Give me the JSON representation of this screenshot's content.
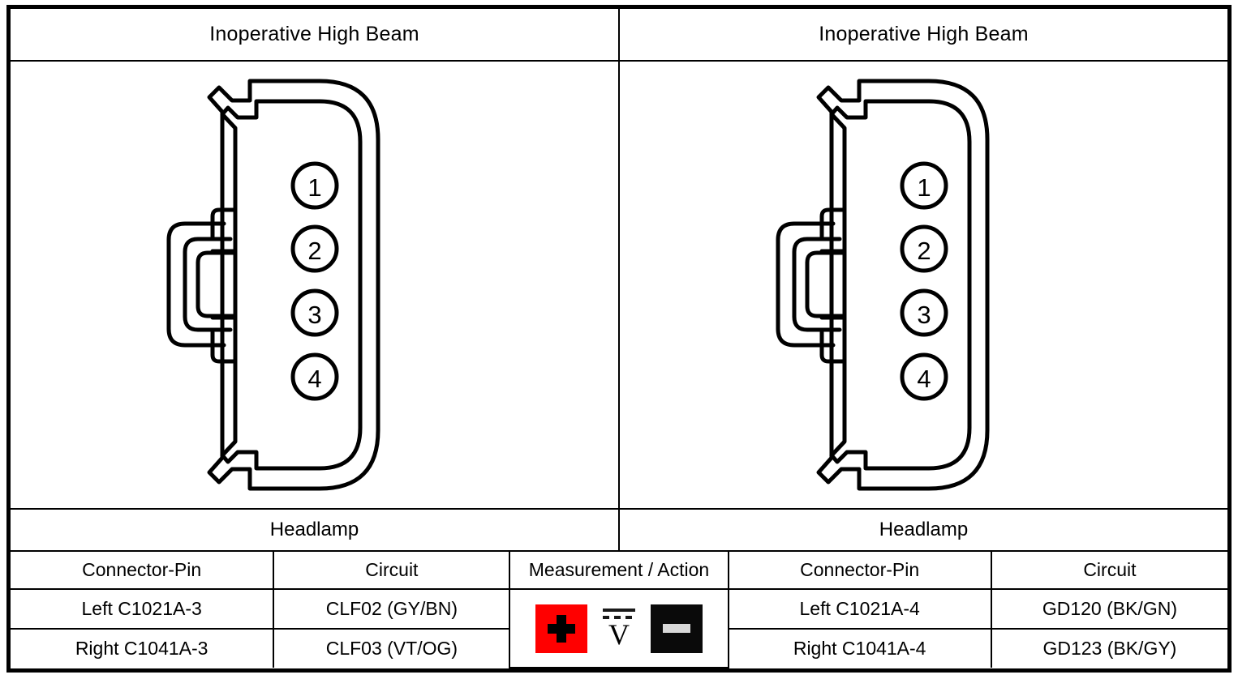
{
  "panels": [
    {
      "title": "Inoperative High Beam",
      "component_label": "Headlamp",
      "connector": {
        "pins": [
          "1",
          "2",
          "3",
          "4"
        ]
      }
    },
    {
      "title": "Inoperative High Beam",
      "component_label": "Headlamp",
      "connector": {
        "pins": [
          "1",
          "2",
          "3",
          "4"
        ]
      }
    }
  ],
  "table": {
    "headers": {
      "connector_pin_left": "Connector-Pin",
      "circuit_left": "Circuit",
      "measurement": "Measurement / Action",
      "connector_pin_right": "Connector-Pin",
      "circuit_right": "Circuit"
    },
    "rows": [
      {
        "left_connector_pin": "Left C1021A-3",
        "left_circuit": "CLF02 (GY/BN)",
        "right_connector_pin": "Left C1021A-4",
        "right_circuit": "GD120 (BK/GN)"
      },
      {
        "left_connector_pin": "Right C1041A-3",
        "left_circuit": "CLF03 (VT/OG)",
        "right_connector_pin": "Right C1041A-4",
        "right_circuit": "GD123 (BK/GY)"
      }
    ],
    "measurement": {
      "positive_probe_icon": "plus-probe-icon",
      "negative_probe_icon": "minus-probe-icon",
      "meter_mode_icon": "dc-voltage-icon",
      "meter_mode_label": "V"
    }
  },
  "colors": {
    "positive_probe": "#ff0000",
    "negative_probe": "#0a0a0a",
    "minus_bar": "#d8d8d8",
    "line": "#000000",
    "background": "#ffffff"
  }
}
